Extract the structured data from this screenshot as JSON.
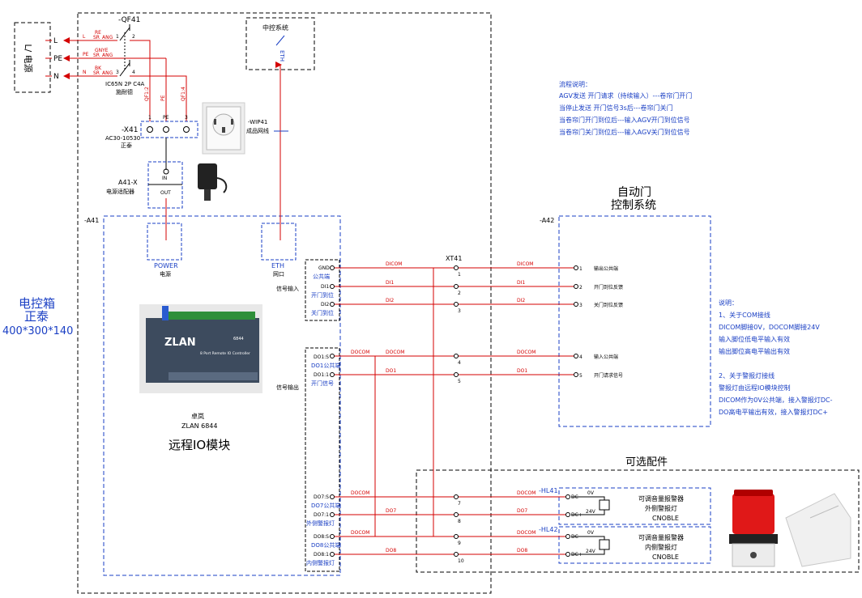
{
  "cabinet": {
    "title_line1": "电控箱",
    "title_line2": "正泰",
    "title_line3": "400*300*140"
  },
  "power_input": {
    "label": "L/ 电源",
    "terminals": [
      "L",
      "PE",
      "N"
    ]
  },
  "breaker": {
    "tag": "-QF41",
    "wires": [
      {
        "num": "1",
        "color": "RE",
        "size": "SR",
        "unit": "ANG",
        "pin": "2"
      },
      {
        "num": "",
        "color": "GNYE",
        "size": "SR",
        "unit": "ANG",
        "pin": ""
      },
      {
        "num": "3",
        "color": "BK",
        "size": "SR",
        "unit": "ANG",
        "pin": "4"
      }
    ],
    "wire_letters": [
      "L",
      "PE",
      "N"
    ],
    "model": "IC65N 2P C4A",
    "desc": "施耐德",
    "branch_labels": [
      "QF1:2",
      "PE",
      "QF1:4"
    ]
  },
  "terminal_x41": {
    "tag": "-X41",
    "model": "AC30-10530",
    "brand": "正泰",
    "pins": [
      "1",
      "PE",
      "3"
    ]
  },
  "adapter": {
    "tag": "A41-X",
    "desc": "电源适配器",
    "in": "IN",
    "out": "OUT"
  },
  "central": {
    "title": "中控系统",
    "port": "ETH"
  },
  "cable": {
    "tag": "-WIP41",
    "desc": "成品网线"
  },
  "io_module": {
    "tag": "-A41",
    "power_label": "POWER",
    "power_desc": "电源",
    "eth_label": "ETH",
    "eth_desc": "网口",
    "brand": "卓岚",
    "model": "ZLAN 6844",
    "title": "远程IO模块",
    "photo_logo": "ZLAN",
    "photo_model": "6844",
    "photo_text": "8 Port Remote IO Controller",
    "input_group_label": "信号输入",
    "output_group_label": "信号输出",
    "inputs": [
      {
        "pin": "GND",
        "desc": "公共端",
        "wire": "DICOM",
        "xt": "1"
      },
      {
        "pin": "DI1",
        "desc": "开门到位",
        "wire": "DI1",
        "xt": "2"
      },
      {
        "pin": "DI2",
        "desc": "关门到位",
        "wire": "DI2",
        "xt": "3"
      }
    ],
    "outputs": [
      {
        "pin": "DO1:S",
        "desc": "DO1公共端",
        "wire": "DOCOM",
        "xt": "4"
      },
      {
        "pin": "DO1:1",
        "desc": "开门信号",
        "wire": "DO1",
        "xt": "5"
      },
      {
        "pin": "DO7:S",
        "desc": "DO7公共端",
        "wire": "DOCOM",
        "xt": "7"
      },
      {
        "pin": "DO7:1",
        "desc": "外侧警报灯",
        "wire": "DO7",
        "xt": "8"
      },
      {
        "pin": "DO8:S",
        "desc": "DO8公共端",
        "wire": "DOCOM",
        "xt": "9"
      },
      {
        "pin": "DO8:1",
        "desc": "内侧警报灯",
        "wire": "DO8",
        "xt": "10"
      }
    ],
    "docom_mid_label": "DOCOM"
  },
  "xt41": {
    "tag": "XT41"
  },
  "door": {
    "tag": "-A42",
    "title_line1": "自动门",
    "title_line2": "控制系统",
    "pins": [
      {
        "num": "1",
        "desc": "输出公共端",
        "wire": "DICOM"
      },
      {
        "num": "2",
        "desc": "开门到位反馈",
        "wire": "DI1"
      },
      {
        "num": "3",
        "desc": "关门到位反馈",
        "wire": "DI2"
      },
      {
        "num": "4",
        "desc": "输入公共端",
        "wire": "DOCOM"
      },
      {
        "num": "5",
        "desc": "开门请求信号",
        "wire": "DO1"
      }
    ]
  },
  "process_notes": {
    "title": "流程说明：",
    "lines": [
      "AGV发送 开门请求（持续输入）---卷帘门开门",
      "当停止发送 开门信号3s后---卷帘门关门",
      "当卷帘门开门到位后---输入AGV开门到位信号",
      "当卷帘门关门到位后---输入AGV关门到位信号"
    ]
  },
  "wiring_notes": {
    "title": "说明：",
    "lines": [
      "1、关于COM接线",
      "DICOM脚接0V，DOCOM脚接24V",
      "输入脚位低电平输入有效",
      "输出脚位高电平输出有效",
      "",
      "2、关于警报灯接线",
      "警报灯由远程IO模块控制",
      "DICOM作为0V公共端，接入警报灯DC-",
      "DO高电平输出有效，接入警报灯DC+"
    ]
  },
  "optional": {
    "title": "可选配件",
    "lamps": [
      {
        "tag": "-HL41",
        "wire_com": "DOCOM",
        "wire_sig": "DO7",
        "neg": "DC-",
        "pos": "DC+",
        "v0": "0V",
        "v24": "24V",
        "line1": "可调音量报警器",
        "line2": "外侧警报灯",
        "line3": "CNOBLE"
      },
      {
        "tag": "-HL42",
        "wire_com": "DOCOM",
        "wire_sig": "DO8",
        "neg": "DC-",
        "pos": "DC+",
        "v0": "0V",
        "v24": "24V",
        "line1": "可调音量报警器",
        "line2": "内侧警报灯",
        "line3": "CNOBLE"
      }
    ]
  },
  "colors": {
    "wire_red": "#d40000",
    "frame_black": "#000000",
    "frame_blue": "#1a3fc4",
    "text_blue": "#1a3fc4"
  }
}
